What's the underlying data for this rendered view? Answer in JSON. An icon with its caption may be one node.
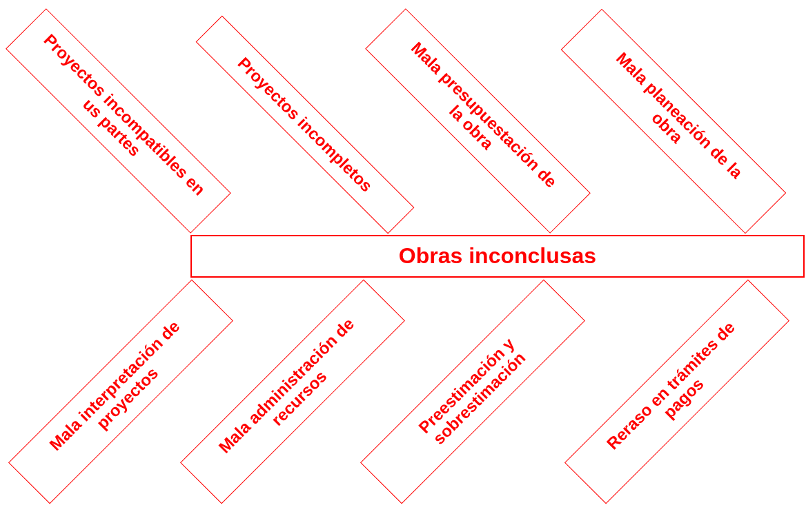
{
  "diagram": {
    "nodes": [
      {
        "text": [
          "Proyectos incompatibles en us partes"
        ]
      },
      {
        "text": [
          "Proyectos incompletos"
        ]
      },
      {
        "text": [
          "Mala presupuestación de la obra"
        ]
      },
      {
        "text": [
          "Mala planeación de la obra"
        ]
      },
      {
        "text": [
          "Obras inconclusas"
        ]
      },
      {
        "text": [
          "Mala interpretación de proyectos"
        ]
      },
      {
        "text": [
          "Mala administración de recursos"
        ]
      },
      {
        "text": [
          "Preestimación y sobrestimación"
        ]
      },
      {
        "text": [
          "Reraso en trámites de pagos"
        ]
      }
    ]
  }
}
